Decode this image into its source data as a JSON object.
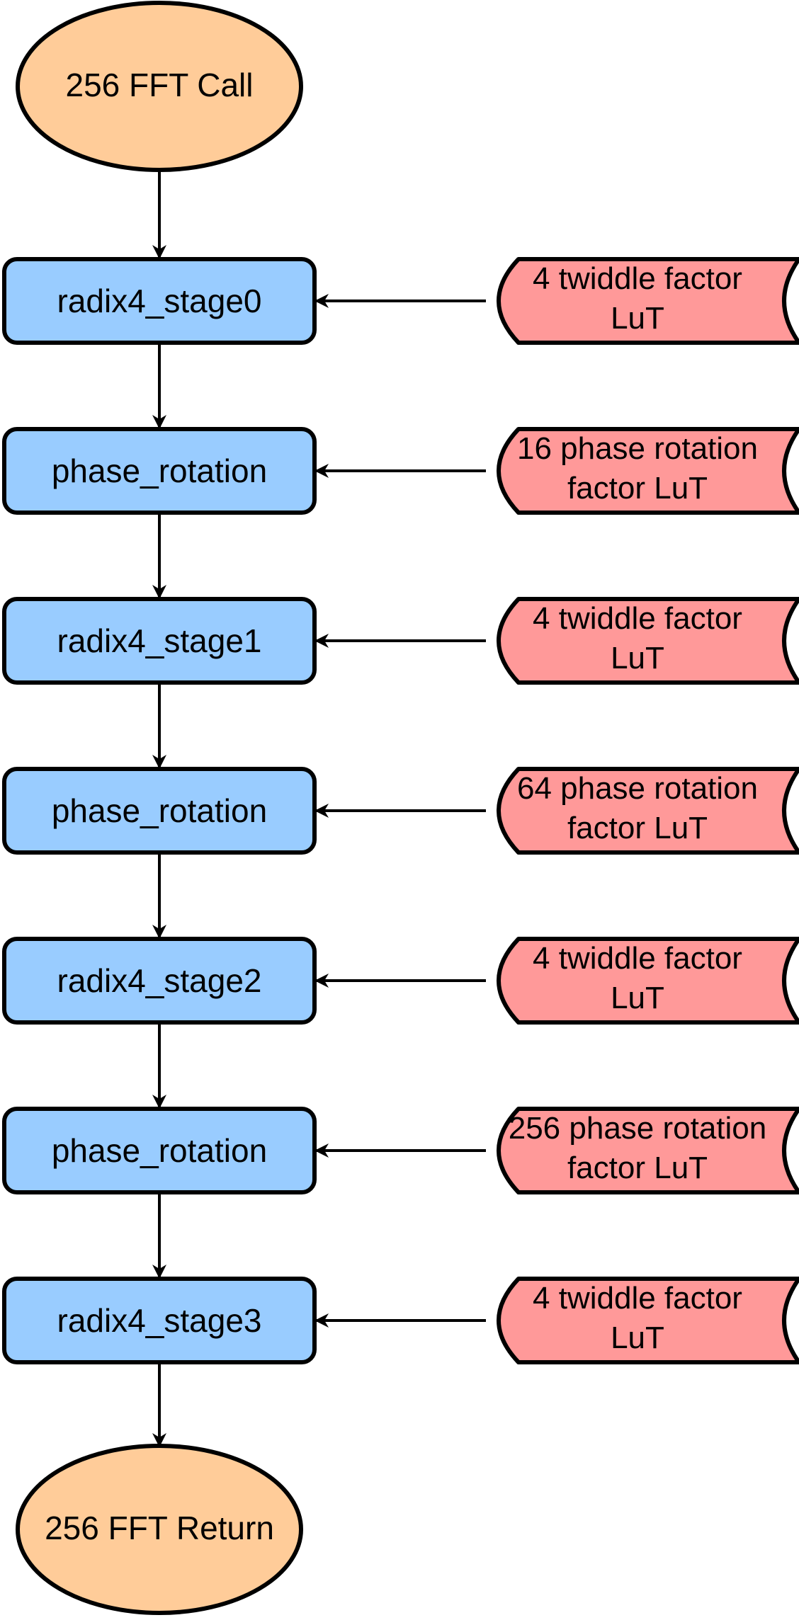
{
  "colors": {
    "terminal_fill": "#ffcc99",
    "process_fill": "#99ccff",
    "lut_fill": "#ff9999",
    "stroke": "#000000"
  },
  "start": {
    "label": "256 FFT Call"
  },
  "end": {
    "label": "256 FFT Return"
  },
  "steps": [
    {
      "label": "radix4_stage0",
      "lut": [
        "4 twiddle factor",
        "LuT"
      ]
    },
    {
      "label": "phase_rotation",
      "lut": [
        "16 phase rotation",
        "factor LuT"
      ]
    },
    {
      "label": "radix4_stage1",
      "lut": [
        "4 twiddle factor",
        "LuT"
      ]
    },
    {
      "label": "phase_rotation",
      "lut": [
        "64 phase rotation",
        "factor LuT"
      ]
    },
    {
      "label": "radix4_stage2",
      "lut": [
        "4 twiddle factor",
        "LuT"
      ]
    },
    {
      "label": "phase_rotation",
      "lut": [
        "256 phase rotation",
        "factor LuT"
      ]
    },
    {
      "label": "radix4_stage3",
      "lut": [
        "4 twiddle factor",
        "LuT"
      ]
    }
  ]
}
